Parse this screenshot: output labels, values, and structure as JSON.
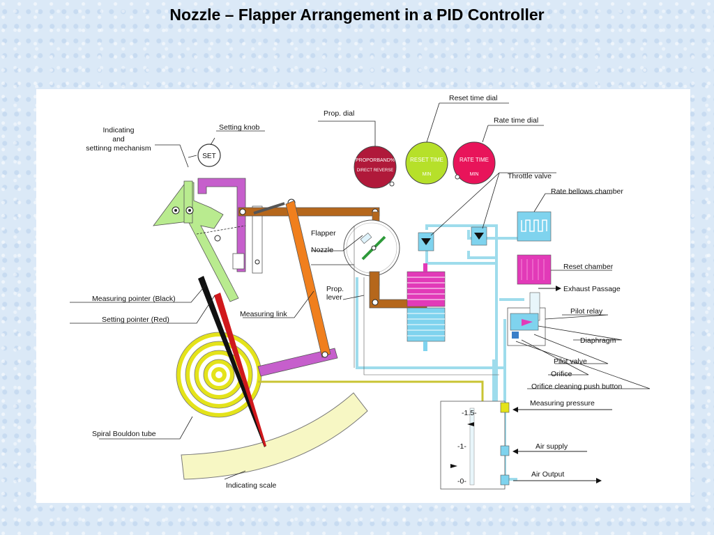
{
  "page": {
    "title": "Nozzle – Flapper Arrangement in a PID Controller"
  },
  "diagram": {
    "labels": {
      "indicating_l1": "Indicating",
      "indicating_l2": "and",
      "indicating_l3": "settinng mechanism",
      "setting_knob": "Setting knob",
      "set_knob_text": "SET",
      "prop_dial": "Prop. dial",
      "reset_time_dial": "Reset time dial",
      "rate_time_dial": "Rate time dial",
      "throttle_valve": "Throttle valve",
      "rate_bellows_chamber": "Rate bellows chamber",
      "reset_chamber": "Reset chamber",
      "exhaust_passage": "Exhaust Passage",
      "pilot_relay": "Pilot relay",
      "diaphragm": "Diaphragm",
      "pilot_valve": "Pilot valve",
      "orifice": "Orifice",
      "orifice_cleaning": "Orifice cleaning push button",
      "measuring_pressure": "Measuring pressure",
      "air_supply": "Air supply",
      "air_output": "Air Output",
      "flapper": "Flapper",
      "nozzle": "Nozzle",
      "prop_lever_l1": "Prop.",
      "prop_lever_l2": "lever",
      "measuring_pointer": "Measuring pointer (Black)",
      "setting_pointer": "Setting pointer (Red)",
      "measuring_link": "Measuring link",
      "spiral_bourdon": "Spiral Bouldon tube",
      "indicating_scale": "Indicating scale",
      "scale_15": "-1.5-",
      "scale_1": "-1-",
      "scale_0": "-0-"
    },
    "dials": {
      "prop": {
        "text": "PROPORBAND%",
        "sub": "DIRECT REVERSE",
        "color": "#b0193a"
      },
      "reset": {
        "text": "RESET TIME",
        "sub": "MIN",
        "color": "#b6e02a"
      },
      "rate": {
        "text": "RATE TIME",
        "sub": "MIN",
        "color": "#e8145a"
      }
    },
    "colors": {
      "green_arm": "#b9eb8f",
      "purple_arm": "#c65fcc",
      "brown_link": "#b5671c",
      "orange_link": "#f07f1d",
      "spiral": "#e4e31a",
      "scale": "#f7f7c4",
      "pipe": "#9edcec",
      "bellows_pink": "#e23ab8",
      "bellows_blue": "#7fd3ee"
    }
  }
}
